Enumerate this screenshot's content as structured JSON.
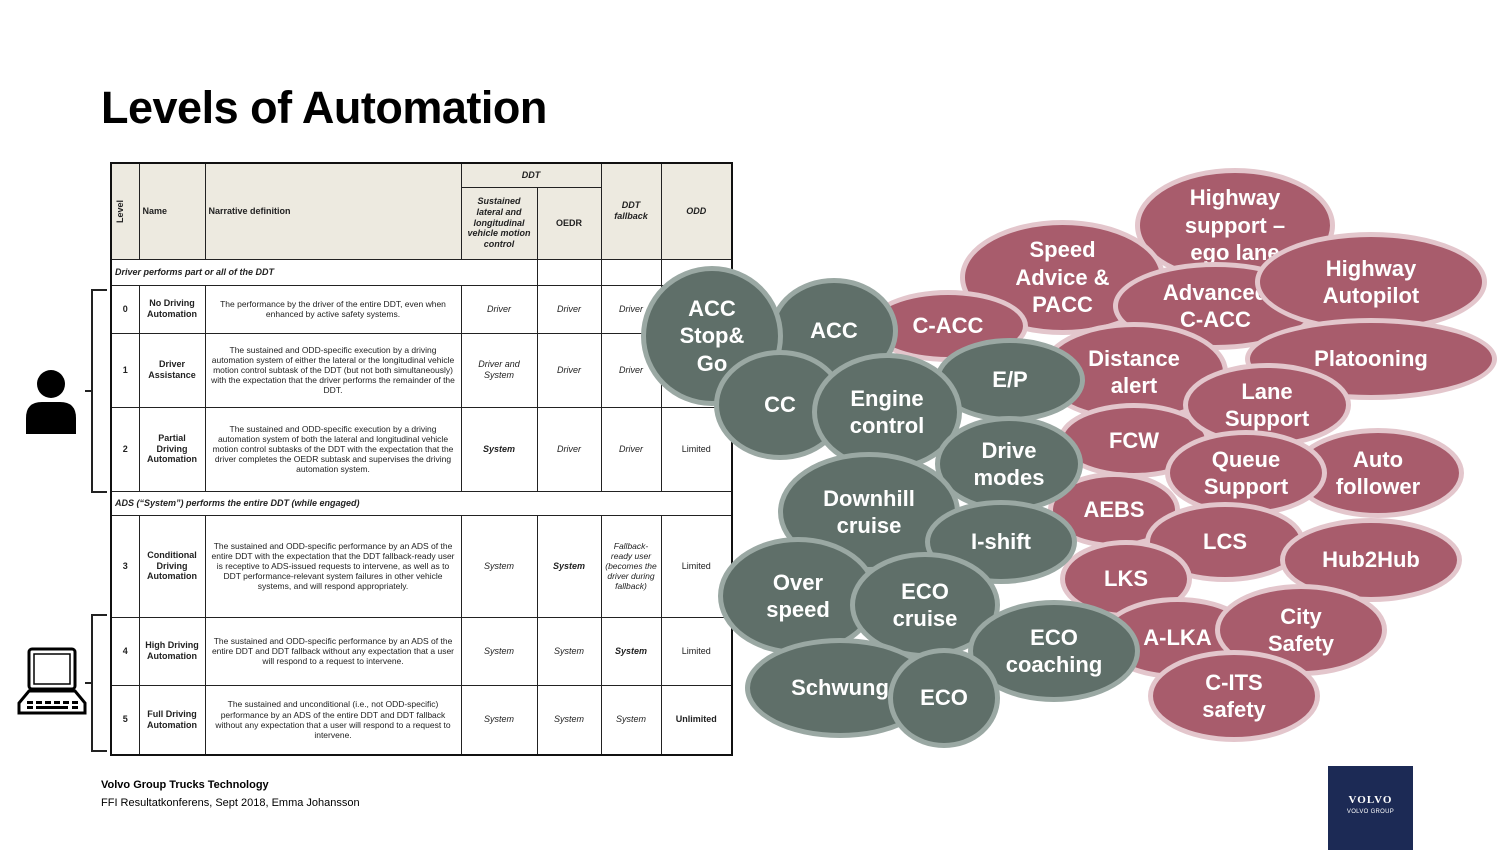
{
  "title": "Levels of Automation",
  "table": {
    "col_level": "Level",
    "col_name": "Name",
    "col_narrative": "Narrative definition",
    "col_ddt": "DDT",
    "col_sustained": "Sustained lateral and longitudinal vehicle motion control",
    "col_oedr": "OEDR",
    "col_fallback": "DDT fallback",
    "col_odd": "ODD",
    "section1": "Driver performs part or all of the DDT",
    "section2": "ADS (“System”) performs the entire DDT (while engaged)",
    "rows": [
      {
        "level": "0",
        "name": "No Driving Automation",
        "narrative": "The performance by the driver of the entire DDT, even when enhanced by active safety systems.",
        "sustained": "Driver",
        "oedr": "Driver",
        "fallback": "Driver",
        "odd": ""
      },
      {
        "level": "1",
        "name": "Driver Assistance",
        "narrative": "The sustained and ODD-specific execution by a driving automation system of either the lateral or the longitudinal vehicle motion control subtask of the DDT (but not both simultaneously) with the expectation that the driver performs the remainder of the DDT.",
        "sustained": "Driver and System",
        "oedr": "Driver",
        "fallback": "Driver",
        "odd": ""
      },
      {
        "level": "2",
        "name": "Partial Driving Automation",
        "narrative": "The sustained and ODD-specific execution by a driving automation system of both the lateral and longitudinal vehicle motion control subtasks of the DDT with the expectation that the driver completes the OEDR subtask and supervises the driving automation system.",
        "sustained": "System",
        "oedr": "Driver",
        "fallback": "Driver",
        "odd": "Limited"
      },
      {
        "level": "3",
        "name": "Conditional Driving Automation",
        "narrative": "The sustained and ODD-specific performance by an ADS of the entire DDT with the expectation that the DDT fallback-ready user is receptive to ADS-issued requests to intervene, as well as to DDT performance-relevant system failures in other vehicle systems, and will respond appropriately.",
        "sustained": "System",
        "oedr": "System",
        "fallback": "Fallback-ready user (becomes the driver during fallback)",
        "odd": "Limited"
      },
      {
        "level": "4",
        "name": "High Driving Automation",
        "narrative": "The sustained and ODD-specific performance by an ADS of the entire DDT and DDT fallback without any expectation that a user will respond to a request to intervene.",
        "sustained": "System",
        "oedr": "System",
        "fallback": "System",
        "odd": "Limited"
      },
      {
        "level": "5",
        "name": "Full Driving Automation",
        "narrative": "The sustained and unconditional (i.e., not ODD-specific) performance by an ADS of the entire DDT and DDT fallback without any expectation that a user will respond to a request to intervene.",
        "sustained": "System",
        "oedr": "System",
        "fallback": "System",
        "odd": "Unlimited"
      }
    ]
  },
  "icons": {
    "driver": "person-icon",
    "system": "laptop-icon"
  },
  "colors": {
    "green_fill": "#5f6f69",
    "green_ring": "#9aa8a3",
    "red_fill": "#a85c6c",
    "red_ring": "#e3c6cc",
    "logo_bg": "#1c2a55"
  },
  "bubbles": {
    "green": [
      "ACC\nStop&\nGo",
      "ACC",
      "CC",
      "Engine\ncontrol",
      "E/P",
      "Drive\nmodes",
      "Downhill\ncruise",
      "I-shift",
      "Over\nspeed",
      "ECO\ncruise",
      "ECO\ncoaching",
      "Schwung",
      "ECO"
    ],
    "red": [
      "Highway\nsupport –\nego lane",
      "Speed\nAdvice &\nPACC",
      "Advanced\nC-ACC",
      "Highway\nAutopilot",
      "C-ACC",
      "Distance\nalert",
      "Platooning",
      "Lane\nSupport",
      "FCW",
      "Queue\nSupport",
      "Auto\nfollower",
      "AEBS",
      "LCS",
      "Hub2Hub",
      "LKS",
      "A-LKA",
      "City\nSafety",
      "C-ITS\nsafety"
    ]
  },
  "footer": {
    "company": "Volvo Group Trucks Technology",
    "event": "FFI Resultatkonferens, Sept 2018, Emma Johansson"
  },
  "logo": {
    "line1": "VOLVO",
    "line2": "VOLVO GROUP"
  }
}
